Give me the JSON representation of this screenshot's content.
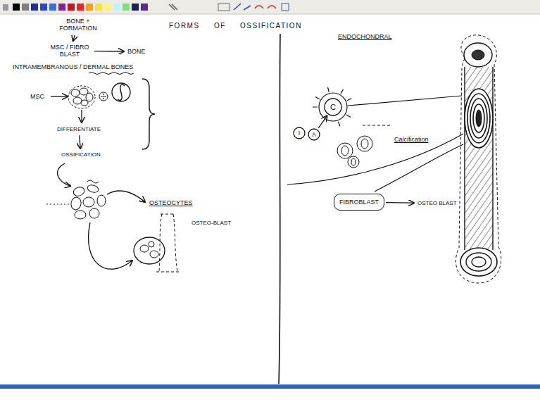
{
  "diagram": {
    "title": "FORMS OF OSSIFICATION",
    "nodes": [
      {
        "text": [
          "BONE + FORMATION"
        ]
      },
      {
        "text": [
          "MSC / FIBRO BLAST"
        ]
      },
      {
        "text": [
          "BONE"
        ]
      },
      {
        "text": [
          "MSC"
        ]
      },
      {
        "text": [
          "DIFFERENTIATE"
        ]
      },
      {
        "text": [
          "OSSIFICATION"
        ]
      },
      {
        "text": [
          "C"
        ]
      },
      {
        "text": [
          "I"
        ]
      },
      {
        "text": [
          "A"
        ]
      },
      {
        "text": [
          "FIBROBLAST"
        ]
      },
      {
        "text": [
          "OSTEO BLAST"
        ]
      }
    ],
    "edges": [
      {
        "from": 0,
        "to": 1,
        "arrow": "to"
      },
      {
        "from": 1,
        "to": 2,
        "arrow": "to"
      },
      {
        "from": 4,
        "to": 5,
        "arrow": "to"
      },
      {
        "from": 8,
        "to": 6,
        "arrow": "to"
      },
      {
        "from": 9,
        "to": 10,
        "arrow": "to"
      }
    ],
    "labels": [
      "INTRAMEMBRANOUS / DERMAL BONES",
      "OSTEOCYTES",
      "OSTEO-BLAST",
      "ENDOCHONDRAL",
      "Calcification"
    ]
  }
}
